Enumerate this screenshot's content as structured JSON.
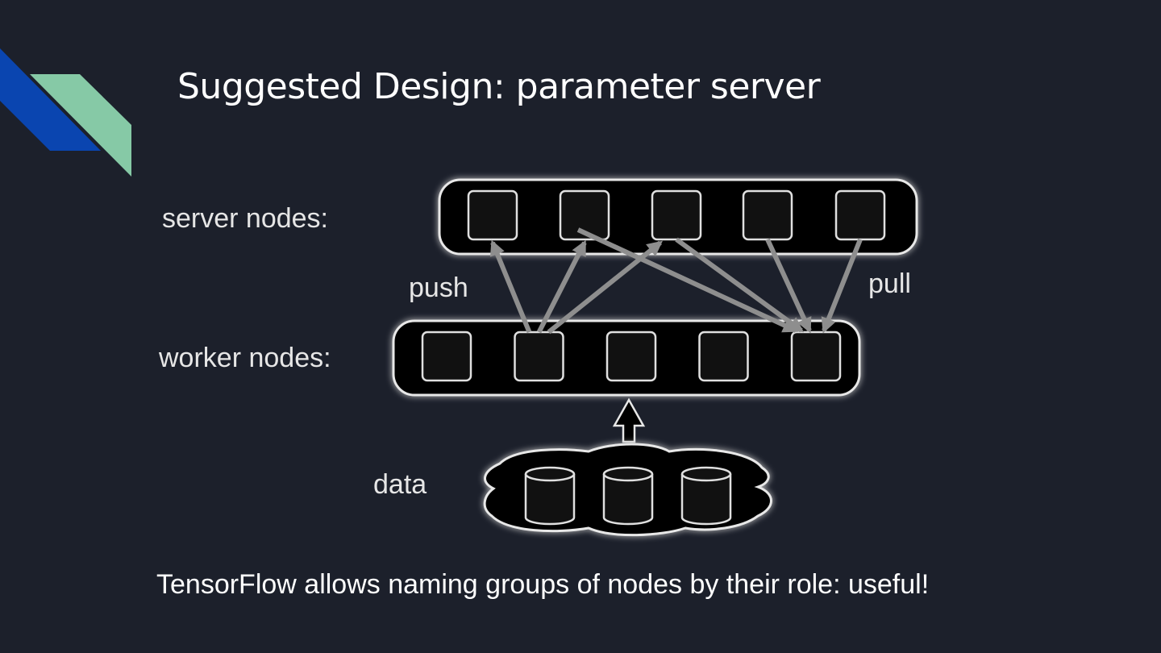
{
  "slide": {
    "title": "Suggested Design: parameter server",
    "caption": "TensorFlow allows naming groups of nodes by their role: useful!",
    "accent_colors": {
      "blue": "#0a45b0",
      "green": "#86c9a6",
      "background": "#1c202b"
    }
  },
  "diagram": {
    "labels": {
      "server": "server nodes:",
      "worker": "worker nodes:",
      "data": "data",
      "push": "push",
      "pull": "pull"
    },
    "server_node_count": 5,
    "worker_node_count": 5,
    "data_store_count": 3,
    "push_edges": [
      [
        2,
        1
      ],
      [
        2,
        2
      ],
      [
        2,
        3
      ]
    ],
    "pull_edges": [
      [
        2,
        5
      ],
      [
        3,
        5
      ],
      [
        4,
        5
      ],
      [
        5,
        5
      ]
    ]
  }
}
